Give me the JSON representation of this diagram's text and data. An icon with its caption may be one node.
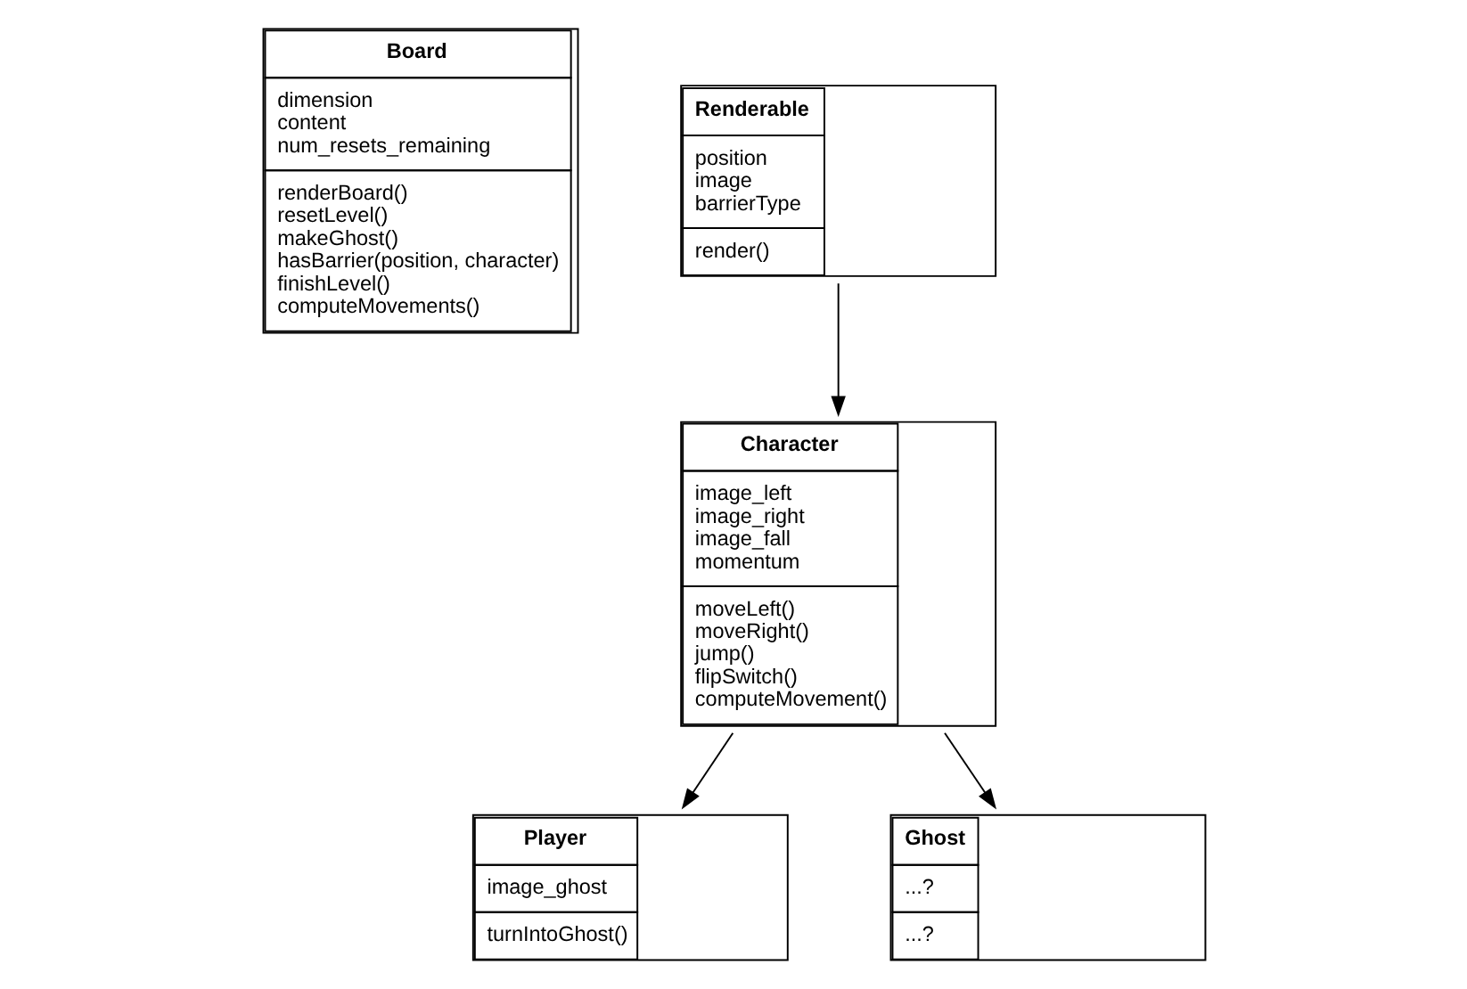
{
  "diagram": {
    "nodes": [
      {
        "text": [
          "Board",
          "dimension",
          "content",
          "num_resets_remaining",
          "renderBoard()",
          "resetLevel()",
          "makeGhost()",
          "hasBarrier(position, character)",
          "finishLevel()",
          "computeMovements()"
        ]
      },
      {
        "text": [
          "Renderable",
          "position",
          "image",
          "barrierType",
          "render()"
        ]
      },
      {
        "text": [
          "Character",
          "image_left",
          "image_right",
          "image_fall",
          "momentum",
          "moveLeft()",
          "moveRight()",
          "jump()",
          "flipSwitch()",
          "computeMovement()"
        ]
      },
      {
        "text": [
          "Player",
          "image_ghost",
          "turnIntoGhost()"
        ]
      },
      {
        "text": [
          "Ghost",
          "...?",
          "...?"
        ]
      }
    ],
    "edges": [
      {
        "from": 1,
        "to": 2,
        "arrow": "to"
      },
      {
        "from": 2,
        "to": 3,
        "arrow": "to"
      },
      {
        "from": 2,
        "to": 4,
        "arrow": "to"
      }
    ]
  }
}
